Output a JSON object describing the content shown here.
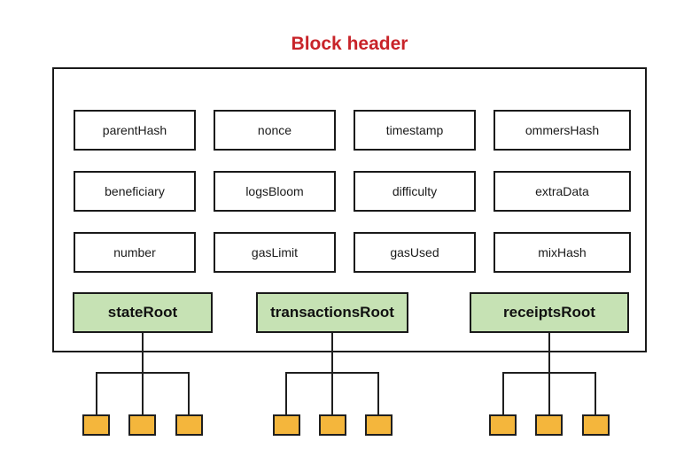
{
  "title": {
    "text": "Block header"
  },
  "header_fields": [
    "parentHash",
    "nonce",
    "timestamp",
    "ommersHash",
    "beneficiary",
    "logsBloom",
    "difficulty",
    "extraData",
    "number",
    "gasLimit",
    "gasUsed",
    "mixHash"
  ],
  "root_fields": [
    {
      "label": "stateRoot",
      "leaves": 3
    },
    {
      "label": "transactionsRoot",
      "leaves": 3
    },
    {
      "label": "receiptsRoot",
      "leaves": 3
    }
  ],
  "colors": {
    "title_red": "#C82329",
    "root_fill_green": "#C6E2B4",
    "leaf_fill_orange": "#F4B63C",
    "line_black": "#1f1f1f",
    "background": "#ffffff"
  }
}
